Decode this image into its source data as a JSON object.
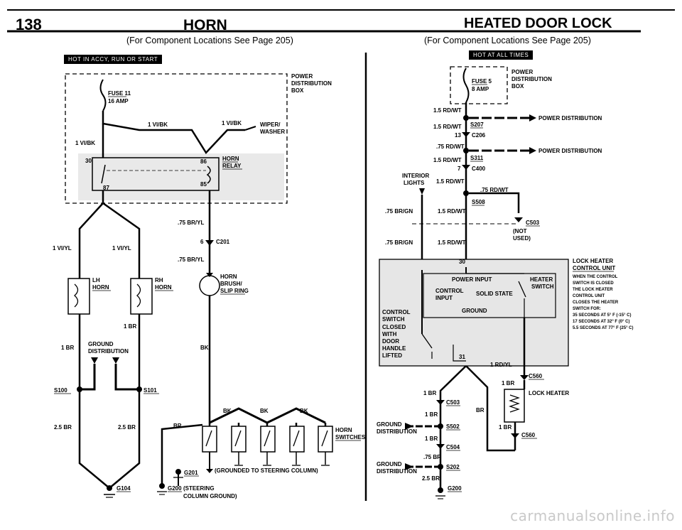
{
  "header": {
    "page_number": "138",
    "left_title": "HORN",
    "right_title": "HEATED DOOR LOCK"
  },
  "left": {
    "subtitle": "(For Component Locations See Page 205)",
    "badge": "HOT IN ACCY, RUN OR START",
    "power_dist": [
      "POWER",
      "DISTRIBUTION",
      "BOX"
    ],
    "fuse": "FUSE 11",
    "fuse_amp": "16 AMP",
    "w_vibk1": "1 VI/BK",
    "w_vibk2": "1 VI/BK",
    "w_vibk3": "1 VI/BK",
    "wiper": [
      "WIPER/",
      "WASHER"
    ],
    "relay": [
      "HORN",
      "RELAY"
    ],
    "pin30": "30",
    "pin86": "86",
    "pin87": "87",
    "pin85": "85",
    "w_75bryl1": ".75 BR/YL",
    "c201_pin": "6",
    "c201": "C201",
    "w_75bryl2": ".75 BR/YL",
    "w_viyl1": "1 VI/YL",
    "w_viyl2": "1 VI/YL",
    "lh_horn": [
      "LH",
      "HORN"
    ],
    "rh_horn": [
      "RH",
      "HORN"
    ],
    "brush": [
      "HORN",
      "BRUSH/",
      "SLIP RING"
    ],
    "w_1br1": "1 BR",
    "w_1br2": "1 BR",
    "ground_dist": [
      "GROUND",
      "DISTRIBUTION"
    ],
    "s100": "S100",
    "s101": "S101",
    "w_bk": "BK",
    "w_25br1": "2.5 BR",
    "w_25br2": "2.5 BR",
    "w_br": "BR",
    "bk1": "BK",
    "bk2": "BK",
    "bk3": "BK",
    "horn_switches": [
      "HORN",
      "SWITCHES"
    ],
    "g201": "G201",
    "g201_note": "(GROUNDED TO STEERING COLUMN)",
    "g200": "G200",
    "g200_note": [
      "(STEERING",
      "COLUMN GROUND)"
    ],
    "g104": "G104"
  },
  "right": {
    "subtitle": "(For Component Locations See Page 205)",
    "badge": "HOT AT ALL TIMES",
    "power_dist": [
      "POWER",
      "DISTRIBUTION",
      "BOX"
    ],
    "fuse": "FUSE 5",
    "fuse_amp": "8 AMP",
    "w1": "1.5 RD/WT",
    "w2": "1.5 RD/WT",
    "w3": ".75 RD/WT",
    "w4": "1.5 RD/WT",
    "w5": "1.5 RD/WT",
    "w6": ".75 RD/WT",
    "w7": "1.5 RD/WT",
    "w8": "1.5 RD/WT",
    "pd_arrow1": "POWER DISTRIBUTION",
    "pd_arrow2": "POWER DISTRIBUTION",
    "s207": "S207",
    "c206_pin": "13",
    "c206": "C206",
    "s311": "S311",
    "c400_pin": "7",
    "c400": "C400",
    "interior": [
      "INTERIOR",
      "LIGHTS"
    ],
    "s508": "S508",
    "c503": "C503",
    "not_used": [
      "(NOT",
      "USED)"
    ],
    "w_brgn1": ".75 BR/GN",
    "w_brgn2": ".75 BR/GN",
    "pin30": "30",
    "power_input": "POWER INPUT",
    "control_input": [
      "CONTROL",
      "INPUT"
    ],
    "solid_state": "SOLID STATE",
    "ground": "GROUND",
    "heater_switch": [
      "HEATER",
      "SWITCH"
    ],
    "ctrl_switch": [
      "CONTROL",
      "SWITCH",
      "CLOSED",
      "WITH",
      "DOOR",
      "HANDLE",
      "LIFTED"
    ],
    "pin31": "31",
    "lock_unit_title": [
      "LOCK HEATER",
      "CONTROL UNIT"
    ],
    "lock_unit_desc": [
      "WHEN THE CONTROL",
      "SWITCH IS CLOSED",
      "THE LOCK HEATER",
      "CONTROL UNIT",
      "CLOSES THE HEATER",
      "SWITCH FOR:",
      "35 SECONDS AT 5° F (-15° C)",
      "17 SECONDS AT 32° F (0° C)",
      "5.5 SECONDS AT 77° F (25° C)"
    ],
    "w_1rdyl": "1 RD/YL",
    "c560a": "C560",
    "w_1br_a": "1 BR",
    "lock_heater": "LOCK HEATER",
    "c560b": "C560",
    "w_1br_b": "1 BR",
    "w_1br_c": "1 BR",
    "w_1br_d": "1 BR",
    "w_br2": "BR",
    "w_1br_e": "1 BR",
    "c503b": "C503",
    "s502": "S502",
    "c504": "C504",
    "s202": "S202",
    "g200": "G200",
    "w_75br": ".75 BR",
    "w_25br": "2.5 BR",
    "ground_dist1": [
      "GROUND",
      "DISTRIBUTION"
    ],
    "ground_dist2": [
      "GROUND",
      "DISTRIBUTION"
    ]
  },
  "watermark": "carmanualsonline.info"
}
